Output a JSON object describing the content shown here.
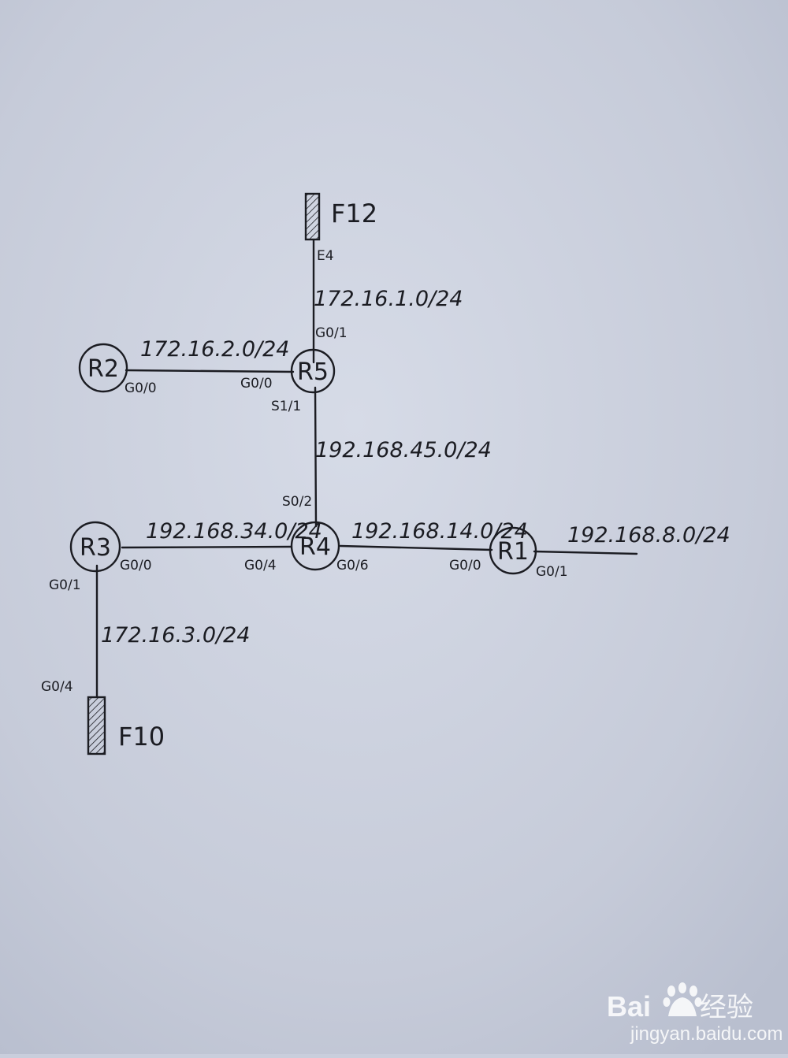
{
  "routers": [
    {
      "id": "R2",
      "label": "R2"
    },
    {
      "id": "R5",
      "label": "R5"
    },
    {
      "id": "R3",
      "label": "R3"
    },
    {
      "id": "R4",
      "label": "R4"
    },
    {
      "id": "R1",
      "label": "R1"
    }
  ],
  "devices": [
    {
      "id": "F12",
      "label": "F12"
    },
    {
      "id": "F10",
      "label": "F10"
    }
  ],
  "networks": {
    "f12_r5": "172.16.1.0/24",
    "r2_r5": "172.16.2.0/24",
    "r5_r4": "192.168.45.0/24",
    "r3_r4": "192.168.34.0/24",
    "r4_r1": "192.168.14.0/24",
    "r1_out": "192.168.8.0/24",
    "r3_f10": "172.16.3.0/24"
  },
  "ports": {
    "f12_e4": "E4",
    "r5_g01": "G0/1",
    "r2_g00": "G0/0",
    "r5_g00": "G0/0",
    "r5_s11": "S1/1",
    "r4_s02": "S0/2",
    "r3_g00": "G0/0",
    "r4_g04": "G0/4",
    "r4_g06": "G0/6",
    "r1_g00": "G0/0",
    "r1_g01": "G0/1",
    "r3_g01": "G0/1",
    "f10_g04": "G0/4"
  },
  "watermark": {
    "brand_left": "Bai",
    "brand_right": "经验",
    "url": "jingyan.baidu.com",
    "icon": "baidu-paw-icon"
  },
  "colors": {
    "paper": "#c9cedc",
    "ink": "#1b1c22"
  }
}
